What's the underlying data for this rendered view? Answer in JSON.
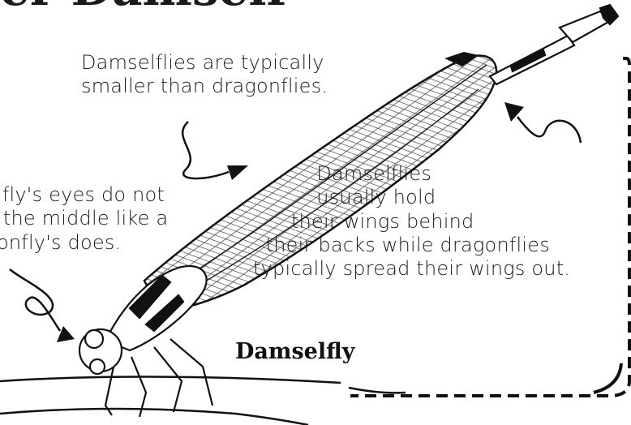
{
  "title_fragment": "er Damself",
  "notes": {
    "size": "Damselflies are typically\nsmaller than dragonflies.",
    "eyes": "lfly's eyes do not\n the middle like a\nonfly's does.",
    "wings": "          Damselflies\n          usually hold\n      their wings behind\n  their backs while dragonflies\ntypically spread their wings out."
  },
  "label": "Damselfly",
  "colors": {
    "ink": "#111111",
    "background": "#ffffff"
  },
  "icons": [
    "damselfly-illustration",
    "squiggle-arrow-icon",
    "curved-arrow-icon",
    "loop-arrow-icon",
    "dashed-border-icon"
  ]
}
